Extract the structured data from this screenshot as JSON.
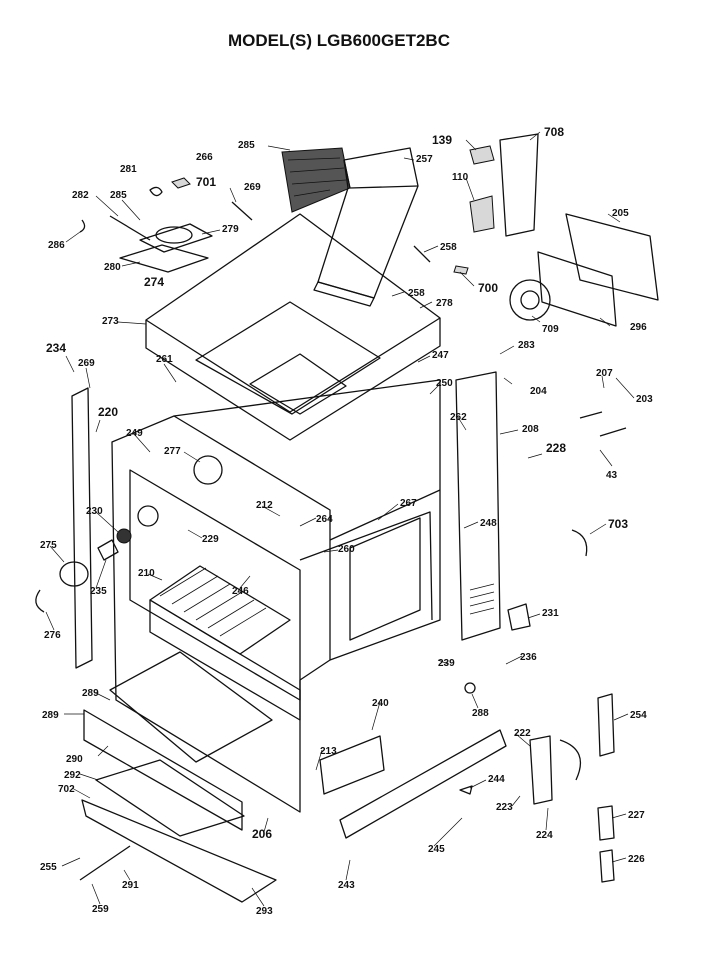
{
  "title": "MODEL(S) LGB600GET2BC",
  "labels": [
    {
      "id": "lbl-139",
      "text": "139",
      "big": true
    },
    {
      "id": "lbl-708",
      "text": "708",
      "big": true
    },
    {
      "id": "lbl-285a",
      "text": "285"
    },
    {
      "id": "lbl-266",
      "text": "266"
    },
    {
      "id": "lbl-257",
      "text": "257"
    },
    {
      "id": "lbl-281",
      "text": "281"
    },
    {
      "id": "lbl-701",
      "text": "701",
      "big": true
    },
    {
      "id": "lbl-110",
      "text": "110"
    },
    {
      "id": "lbl-282",
      "text": "282"
    },
    {
      "id": "lbl-285b",
      "text": "285"
    },
    {
      "id": "lbl-269a",
      "text": "269"
    },
    {
      "id": "lbl-205",
      "text": "205"
    },
    {
      "id": "lbl-279",
      "text": "279"
    },
    {
      "id": "lbl-286",
      "text": "286"
    },
    {
      "id": "lbl-258a",
      "text": "258"
    },
    {
      "id": "lbl-280",
      "text": "280"
    },
    {
      "id": "lbl-274",
      "text": "274",
      "big": true
    },
    {
      "id": "lbl-700",
      "text": "700",
      "big": true
    },
    {
      "id": "lbl-258b",
      "text": "258"
    },
    {
      "id": "lbl-278",
      "text": "278"
    },
    {
      "id": "lbl-709",
      "text": "709"
    },
    {
      "id": "lbl-296",
      "text": "296"
    },
    {
      "id": "lbl-273",
      "text": "273"
    },
    {
      "id": "lbl-234",
      "text": "234",
      "big": true
    },
    {
      "id": "lbl-269b",
      "text": "269"
    },
    {
      "id": "lbl-261",
      "text": "261"
    },
    {
      "id": "lbl-283",
      "text": "283"
    },
    {
      "id": "lbl-247",
      "text": "247"
    },
    {
      "id": "lbl-207",
      "text": "207"
    },
    {
      "id": "lbl-204",
      "text": "204"
    },
    {
      "id": "lbl-203",
      "text": "203"
    },
    {
      "id": "lbl-250",
      "text": "250"
    },
    {
      "id": "lbl-262",
      "text": "262"
    },
    {
      "id": "lbl-220",
      "text": "220",
      "big": true
    },
    {
      "id": "lbl-208",
      "text": "208"
    },
    {
      "id": "lbl-249",
      "text": "249"
    },
    {
      "id": "lbl-277",
      "text": "277"
    },
    {
      "id": "lbl-228a",
      "text": "228",
      "big": true
    },
    {
      "id": "lbl-43",
      "text": "43"
    },
    {
      "id": "lbl-212",
      "text": "212"
    },
    {
      "id": "lbl-267",
      "text": "267"
    },
    {
      "id": "lbl-230",
      "text": "230"
    },
    {
      "id": "lbl-264",
      "text": "264"
    },
    {
      "id": "lbl-229",
      "text": "229"
    },
    {
      "id": "lbl-248",
      "text": "248"
    },
    {
      "id": "lbl-703",
      "text": "703",
      "big": true
    },
    {
      "id": "lbl-260",
      "text": "260"
    },
    {
      "id": "lbl-275",
      "text": "275"
    },
    {
      "id": "lbl-210",
      "text": "210"
    },
    {
      "id": "lbl-235",
      "text": "235"
    },
    {
      "id": "lbl-246",
      "text": "246"
    },
    {
      "id": "lbl-231",
      "text": "231"
    },
    {
      "id": "lbl-276",
      "text": "276"
    },
    {
      "id": "lbl-236",
      "text": "236"
    },
    {
      "id": "lbl-239",
      "text": "239"
    },
    {
      "id": "lbl-289a",
      "text": "289"
    },
    {
      "id": "lbl-288",
      "text": "288"
    },
    {
      "id": "lbl-289b",
      "text": "289"
    },
    {
      "id": "lbl-240",
      "text": "240"
    },
    {
      "id": "lbl-254",
      "text": "254"
    },
    {
      "id": "lbl-290",
      "text": "290"
    },
    {
      "id": "lbl-222",
      "text": "222"
    },
    {
      "id": "lbl-213",
      "text": "213"
    },
    {
      "id": "lbl-292",
      "text": "292"
    },
    {
      "id": "lbl-702",
      "text": "702"
    },
    {
      "id": "lbl-244",
      "text": "244"
    },
    {
      "id": "lbl-223",
      "text": "223"
    },
    {
      "id": "lbl-227",
      "text": "227"
    },
    {
      "id": "lbl-206",
      "text": "206"
    },
    {
      "id": "lbl-224",
      "text": "224"
    },
    {
      "id": "lbl-245",
      "text": "245"
    },
    {
      "id": "lbl-255",
      "text": "255"
    },
    {
      "id": "lbl-226",
      "text": "226"
    },
    {
      "id": "lbl-291",
      "text": "291"
    },
    {
      "id": "lbl-243",
      "text": "243"
    },
    {
      "id": "lbl-259",
      "text": "259"
    },
    {
      "id": "lbl-293",
      "text": "293"
    }
  ]
}
